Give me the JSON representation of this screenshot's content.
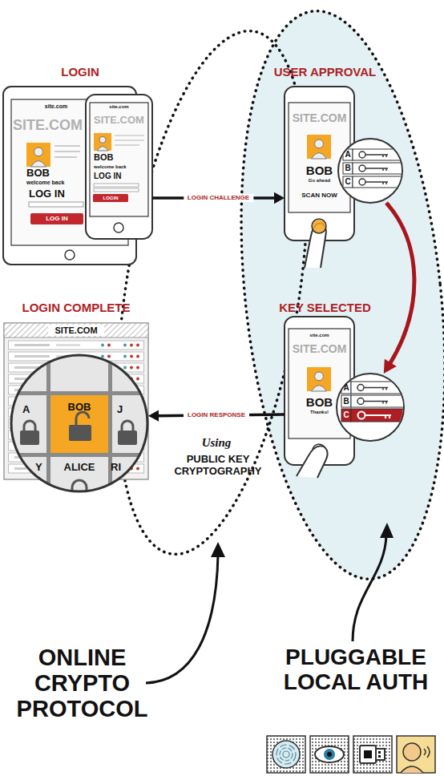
{
  "diagram": {
    "nodes": [
      {
        "text": [
          "LOGIN",
          "site.com",
          "SITE.COM",
          "BOB",
          "welcome back",
          "LOG IN",
          "LOG IN"
        ]
      },
      {
        "text": [
          "site.com",
          "SITE.COM",
          "BOB",
          "welcome back",
          "LOG IN",
          "LOGIN"
        ],
        "in": 0
      },
      {
        "text": [
          "USER APPROVAL",
          "SITE.COM",
          "BOB",
          "Go ahead",
          "SCAN NOW"
        ]
      },
      {
        "text": [
          "A",
          "B",
          "C"
        ]
      },
      {
        "text": [
          "KEY SELECTED",
          "site.com",
          "SITE.COM",
          "BOB",
          "Thanks!"
        ]
      },
      {
        "text": [
          "A",
          "B",
          "C"
        ]
      },
      {
        "text": [
          "LOGIN COMPLETE",
          "SITE.COM"
        ]
      },
      {
        "text": [
          "A",
          "BOB",
          "J",
          "Y",
          "ALICE",
          "RI"
        ],
        "in": 6
      }
    ],
    "edges": [
      {
        "from": 1,
        "to": 2,
        "label": "LOGIN CHALLENGE",
        "arrow": "to"
      },
      {
        "from": 3,
        "to": 5,
        "arrow": "to"
      },
      {
        "from": 4,
        "to": 6,
        "label": "LOGIN RESPONSE",
        "arrow": "to"
      }
    ],
    "labels": [
      "Using",
      "PUBLIC KEY CRYPTOGRAPHY",
      "ONLINE CRYPTO PROTOCOL",
      "PLUGGABLE LOCAL AUTH"
    ]
  }
}
